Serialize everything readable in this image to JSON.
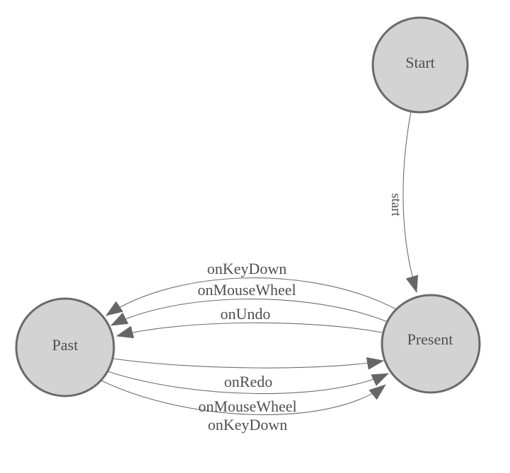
{
  "diagram": {
    "type": "state-machine",
    "colors": {
      "background": "#ffffff",
      "node_fill": "#d3d3d3",
      "node_border": "#6a6a6a",
      "edge_line": "#6e6e6e",
      "arrowhead": "#666666",
      "label_text": "#4f4f4f"
    },
    "nodes": [
      {
        "id": "start",
        "label": "Start"
      },
      {
        "id": "present",
        "label": "Present"
      },
      {
        "id": "past",
        "label": "Past"
      }
    ],
    "edges": [
      {
        "from": "Start",
        "to": "Present",
        "label": "start"
      },
      {
        "from": "Present",
        "to": "Past",
        "label": "onKeyDown"
      },
      {
        "from": "Present",
        "to": "Past",
        "label": "onMouseWheel"
      },
      {
        "from": "Present",
        "to": "Past",
        "label": "onUndo"
      },
      {
        "from": "Past",
        "to": "Present",
        "label": "onRedo"
      },
      {
        "from": "Past",
        "to": "Present",
        "label": "onMouseWheel"
      },
      {
        "from": "Past",
        "to": "Present",
        "label": "onKeyDown"
      }
    ]
  }
}
